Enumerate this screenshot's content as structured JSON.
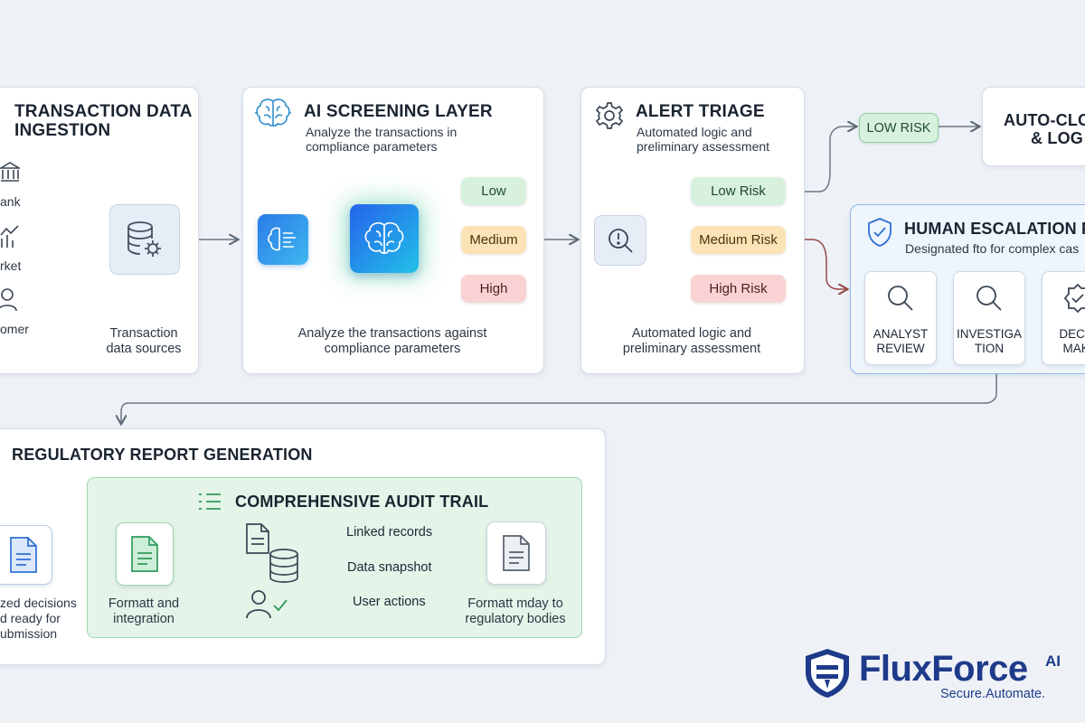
{
  "ingestion": {
    "title_line1": "TRANSACTION DATA",
    "title_line2": "INGESTION",
    "sources": [
      "ank",
      "rket",
      "omer"
    ],
    "caption_line1": "Transaction",
    "caption_line2": "data sources"
  },
  "screening": {
    "title": "AI SCREENING LAYER",
    "sub_line1": "Analyze the transactions in",
    "sub_line2": "compliance parameters",
    "risks": [
      "Low",
      "Medium",
      "High"
    ],
    "caption_line1": "Analyze the transactions against",
    "caption_line2": "compliance parameters"
  },
  "triage": {
    "title": "ALERT TRIAGE",
    "sub_line1": "Automated logic and",
    "sub_line2": "preliminary assessment",
    "risks": [
      "Low Risk",
      "Medium Risk",
      "High Risk"
    ],
    "caption_line1": "Automated logic and",
    "caption_line2": "preliminary assessment"
  },
  "low_risk_pill": "LOW RISK",
  "auto_close": {
    "line1": "AUTO-CLO",
    "line2": "& LOG"
  },
  "escalation": {
    "title": "HUMAN ESCALATION PA",
    "sub": "Designated fto for complex cas",
    "steps": [
      {
        "line1": "ANALYST",
        "line2": "REVIEW"
      },
      {
        "line1": "INVESTIGA",
        "line2": "TION"
      },
      {
        "line1": "DECIS",
        "line2": "MAKI"
      }
    ]
  },
  "report": {
    "title": "REGULATORY REPORT GENERATION",
    "left_line1": "zed decisions",
    "left_line2": "d ready for",
    "left_line3": "ubmission",
    "audit_title": "COMPREHENSIVE AUDIT TRAIL",
    "format_line1": "Formatt and",
    "format_line2": "integration",
    "links": [
      "Linked records",
      "Data snapshot",
      "User actions"
    ],
    "final_line1": "Formatt mday to",
    "final_line2": "regulatory bodies"
  },
  "brand": {
    "name": "FluxForce",
    "sup": "AI",
    "tagline": "Secure.Automate.",
    "color": "#1e3a8a"
  },
  "colors": {
    "accent_blue": "#2f6fd6",
    "green": "#3fae6a",
    "wire": "#6b7683"
  }
}
